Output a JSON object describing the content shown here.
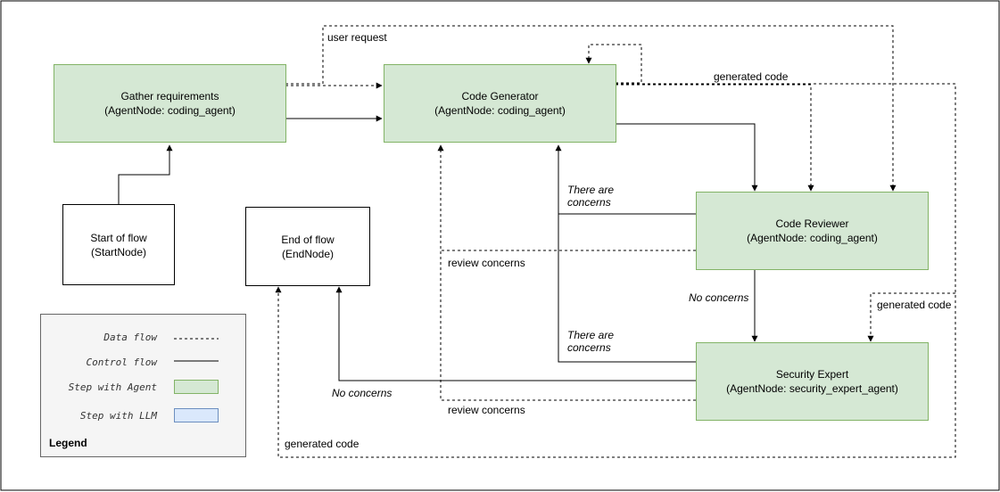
{
  "nodes": {
    "gather": {
      "title": "Gather requirements",
      "subtitle": "(AgentNode: coding_agent)"
    },
    "generator": {
      "title": "Code Generator",
      "subtitle": "(AgentNode: coding_agent)"
    },
    "reviewer": {
      "title": "Code Reviewer",
      "subtitle": "(AgentNode: coding_agent)"
    },
    "security": {
      "title": "Security Expert",
      "subtitle": "(AgentNode: security_expert_agent)"
    },
    "start": {
      "title": "Start of flow",
      "subtitle": "(StartNode)"
    },
    "end": {
      "title": "End of flow",
      "subtitle": "(EndNode)"
    }
  },
  "edge_labels": {
    "user_request": "user request",
    "generated_code_top": "generated code",
    "generated_code_right": "generated code",
    "generated_code_bottom": "generated code",
    "review_concerns_1": "review concerns",
    "review_concerns_2": "review concerns",
    "there_are_concerns_1a": "There are",
    "there_are_concerns_1b": "concerns",
    "there_are_concerns_2a": "There are",
    "there_are_concerns_2b": "concerns",
    "no_concerns_1": "No concerns",
    "no_concerns_2": "No concerns"
  },
  "legend": {
    "title": "Legend",
    "items": [
      {
        "label": "Data flow",
        "kind": "dashed-line"
      },
      {
        "label": "Control flow",
        "kind": "solid-line"
      },
      {
        "label": "Step with Agent",
        "kind": "swatch",
        "fill": "#d5e8d4",
        "stroke": "#82b366"
      },
      {
        "label": "Step with LLM",
        "kind": "swatch",
        "fill": "#dae8fc",
        "stroke": "#6c8ebf"
      }
    ]
  },
  "colors": {
    "agent_fill": "#d5e8d4",
    "agent_stroke": "#82b366",
    "llm_fill": "#dae8fc",
    "llm_stroke": "#6c8ebf",
    "legend_bg": "#f5f5f5"
  }
}
